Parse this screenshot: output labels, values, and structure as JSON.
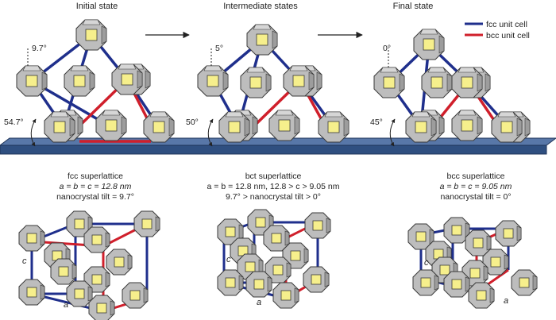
{
  "states": {
    "initial": "Initial state",
    "intermediate": "Intermediate states",
    "final": "Final state"
  },
  "legend": {
    "fcc": "fcc unit cell",
    "bcc": "bcc unit cell",
    "fcc_color": "#1f2f8c",
    "bcc_color": "#d01f2b"
  },
  "tilts": {
    "initial": "9.7°",
    "intermediate": "5°",
    "final": "0°"
  },
  "substrate_angles": {
    "initial": "54.7°",
    "intermediate": "50°",
    "final": "45°"
  },
  "captions": {
    "fcc": {
      "title": "fcc superlattice",
      "params": "a = b = c = 12.8 nm",
      "tilt": "nanocrystal tilt = 9.7°"
    },
    "bct": {
      "title": "bct superlattice",
      "params": "a = b = 12.8 nm, 12.8 > c > 9.05 nm",
      "tilt": "9.7° > nanocrystal tilt > 0°"
    },
    "bcc": {
      "title": "bcc superlattice",
      "params": "a = b = c = 9.05 nm",
      "tilt": "nanocrystal tilt = 0°"
    }
  },
  "axes": {
    "c": "c",
    "a": "a"
  },
  "colors": {
    "face_square": "#f6ef8c",
    "octagon_gray": "#b9b9b9",
    "substrate": "#3d5f93"
  }
}
